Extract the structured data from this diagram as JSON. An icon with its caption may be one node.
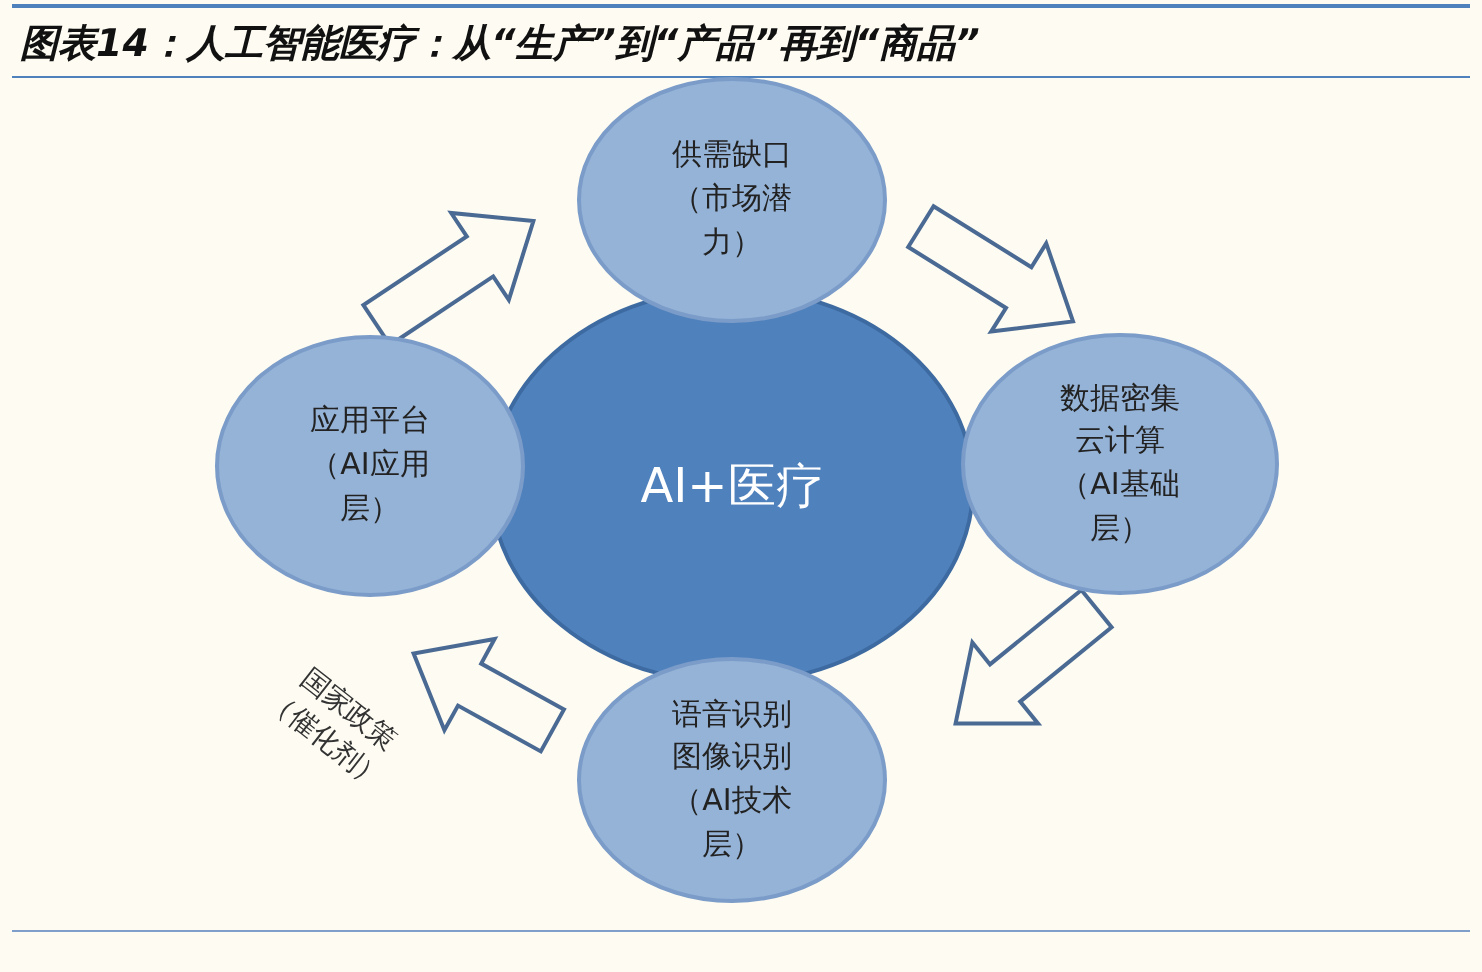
{
  "diagram": {
    "title": "图表14：人工智能医疗：从“生产”到“产品”再到“商品”",
    "nodes": [
      {
        "text": [
          "AI+医疗"
        ]
      },
      {
        "text": [
          "供需缺口",
          "（市场潜力）"
        ]
      },
      {
        "text": [
          "数据密集云计算",
          "（AI基础层）"
        ]
      },
      {
        "text": [
          "语音识别图像识别",
          "（AI技术层）"
        ]
      },
      {
        "text": [
          "应用平台",
          "（AI应用层）"
        ]
      }
    ],
    "edges": [
      {
        "from": 1,
        "to": 2,
        "arrow": "to"
      },
      {
        "from": 2,
        "to": 3,
        "arrow": "to"
      },
      {
        "from": 3,
        "to": 4,
        "arrow": "to",
        "label": "国家政策（催化剂）"
      },
      {
        "from": 4,
        "to": 1,
        "arrow": "to"
      }
    ]
  }
}
